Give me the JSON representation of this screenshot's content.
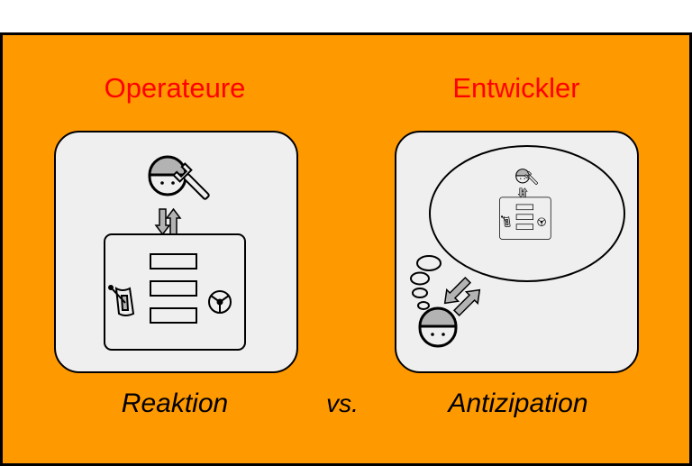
{
  "headings": {
    "operators": "Operateure",
    "developers": "Entwickler"
  },
  "captions": {
    "reaction": "Reaktion",
    "versus": "vs.",
    "anticipation": "Antizipation"
  },
  "icons": {
    "person": "person-head-icon",
    "tool": "wrench-icon",
    "machine": "control-panel-icon",
    "lever": "lever-icon",
    "wheel": "steering-wheel-icon",
    "arrows": "exchange-arrows-icon",
    "thought": "thought-bubble-icon"
  },
  "colors": {
    "background": "#ff9900",
    "heading": "#ff0000",
    "box": "#efefef",
    "arrow": "#b3b3b3"
  }
}
